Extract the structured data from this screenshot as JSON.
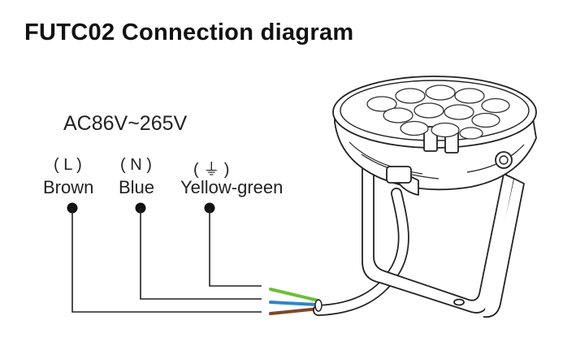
{
  "title": "FUTC02 Connection diagram",
  "voltage": "AC86V~265V",
  "terminals": [
    {
      "symbol": "( L )",
      "name": "Brown",
      "color": "#7a4a2a"
    },
    {
      "symbol": "( N )",
      "name": "Blue",
      "color": "#2f86c6"
    },
    {
      "symbol": "( ⏚ )",
      "name": "Yellow-green",
      "color": "#6cbf3a"
    }
  ]
}
